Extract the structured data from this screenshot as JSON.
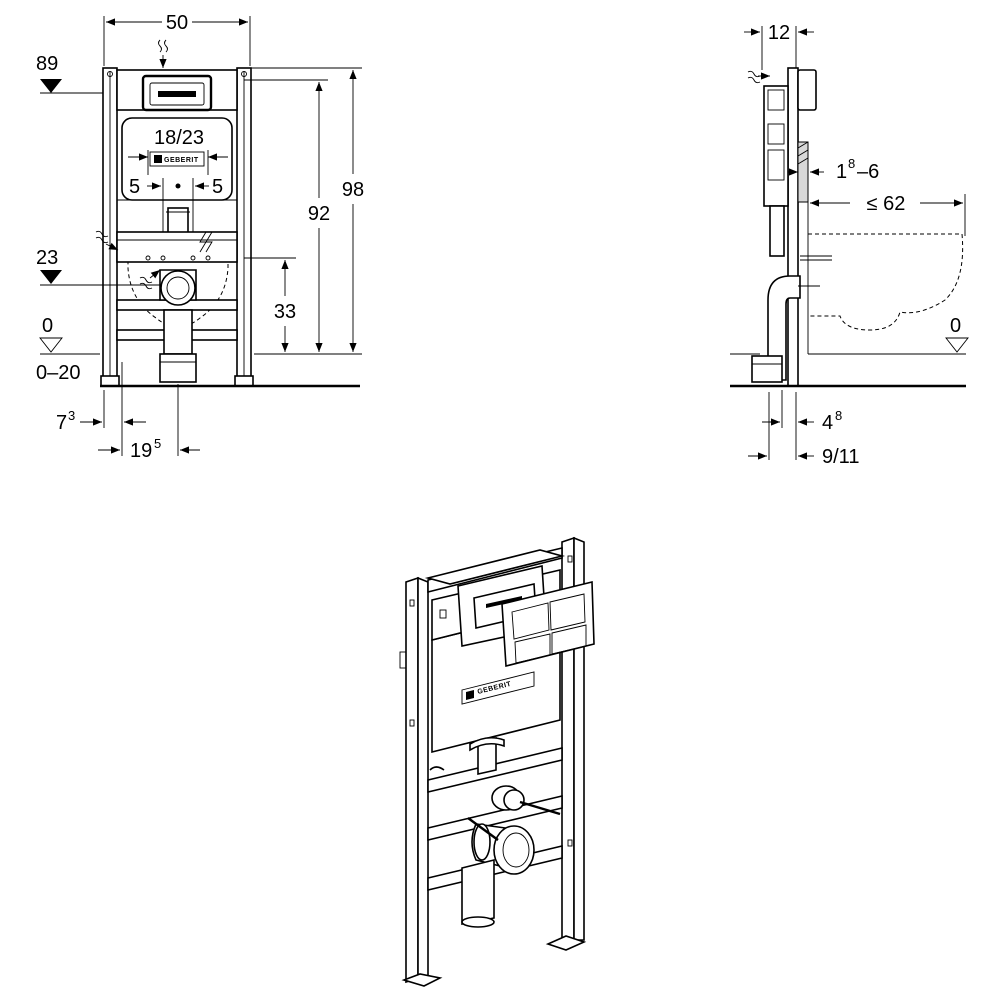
{
  "front_view": {
    "width_label": "50",
    "top_marker_label": "89",
    "height_92_label": "92",
    "height_98_label": "98",
    "spacing_label": "18/23",
    "left_5_label": "5",
    "right_5_label": "5",
    "marker_23_label": "23",
    "height_33_label": "33",
    "floor_label": "0",
    "floor_range_label": "0–20",
    "offset_7_base": "7",
    "offset_7_sup": "3",
    "offset_19_base": "19",
    "offset_19_sup": "5"
  },
  "side_view": {
    "depth_12_label": "12",
    "range_base": "1",
    "range_sup": "8",
    "range_rest": "–6",
    "bowl_label": "≤ 62",
    "floor_label": "0",
    "offset_4_base": "4",
    "offset_4_sup": "8",
    "offset_9_label": "9/11"
  },
  "brand": {
    "logo_text": "GEBERIT"
  }
}
